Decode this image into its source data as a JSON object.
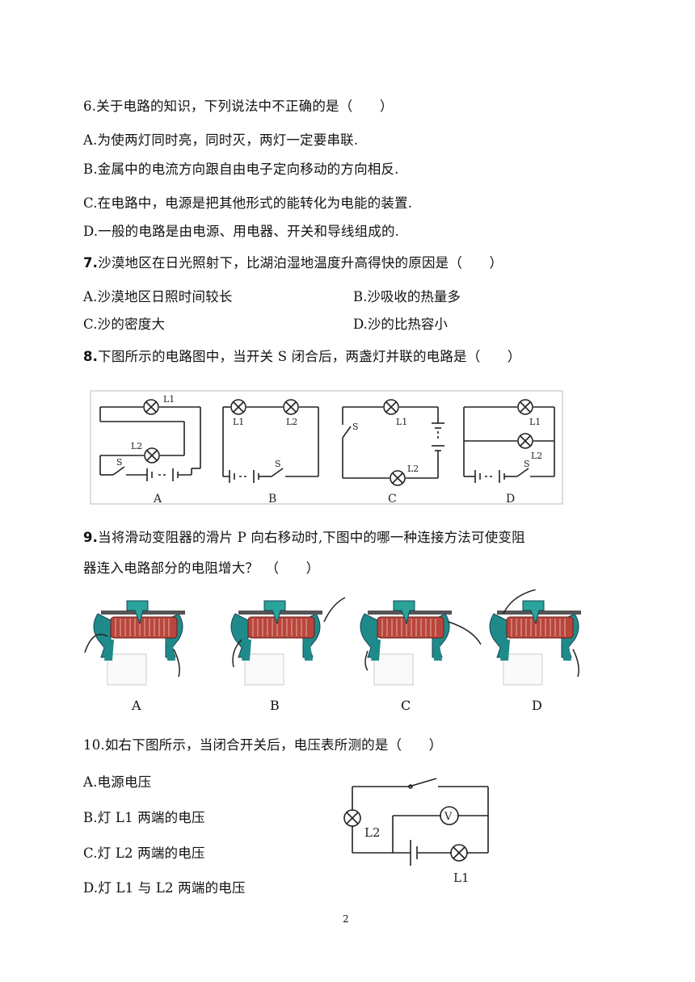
{
  "questions": {
    "q6": {
      "stem": "6.关于电路的知识，下列说法中不正确的是（　　）",
      "a": "A.为使两灯同时亮，同时灭，两灯一定要串联.",
      "b": "B.金属中的电流方向跟自由电子定向移动的方向相反.",
      "c": "C.在电路中，电源是把其他形式的能转化为电能的装置.",
      "d": "D.一般的电路是由电源、用电器、开关和导线组成的."
    },
    "q7": {
      "num": "7.",
      "stem": "沙漠地区在日光照射下，比湖泊湿地温度升高得快的原因是（　　）",
      "a": "A.沙漠地区日照时间较长",
      "b": "B.沙吸收的热量多",
      "c": "C.沙的密度大",
      "d": "D.沙的比热容小"
    },
    "q8": {
      "num": "8.",
      "stem": "下图所示的电路图中，当开关 S 闭合后，两盏灯并联的电路是（　　）",
      "labels": [
        "A",
        "B",
        "C",
        "D"
      ],
      "component_labels": {
        "l1": "L1",
        "l2": "L2",
        "s": "S"
      }
    },
    "q9": {
      "num": "9.",
      "stem_line1": "当将滑动变阻器的滑片 P 向右移动时,下图中的哪一种连接方法可使变阻",
      "stem_line2": "器连入电路部分的电阻增大？　（　　）",
      "labels": [
        "A",
        "B",
        "C",
        "D"
      ]
    },
    "q10": {
      "stem": "10.如右下图所示，当闭合开关后，电压表所测的是（　　）",
      "a": "A.电源电压",
      "b": "B.灯 L1 两端的电压",
      "c": "C.灯 L2 两端的电压",
      "d": "D.灯 L1 与 L2 两端的电压",
      "diagram_labels": {
        "v": "V",
        "l1": "L1",
        "l2": "L2"
      }
    }
  },
  "page_number": "2"
}
